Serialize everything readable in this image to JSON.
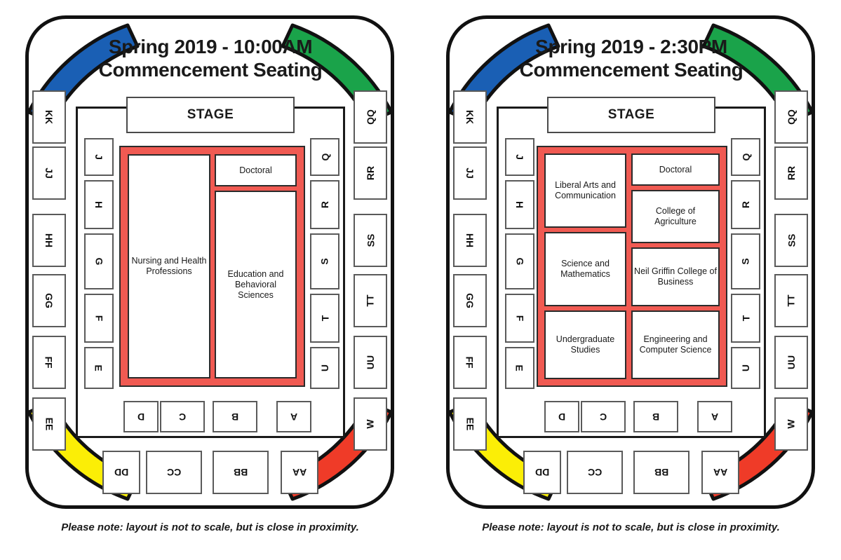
{
  "panels": [
    {
      "id": "morning",
      "title_line1": "Spring 2019 - 10:00AM",
      "title_line2": "Commencement Seating",
      "stage_label": "STAGE",
      "note": "Please note: layout is not to scale, but is close in proximity.",
      "outer_left_sections": [
        "KK",
        "JJ",
        "HH",
        "GG",
        "FF",
        "EE"
      ],
      "outer_right_sections": [
        "QQ",
        "RR",
        "SS",
        "TT",
        "UU",
        "W"
      ],
      "inner_left_sections": [
        "J",
        "H",
        "G",
        "F",
        "E"
      ],
      "inner_right_sections": [
        "Q",
        "R",
        "S",
        "T",
        "U"
      ],
      "inner_bottom_sections": [
        "D",
        "C",
        "B",
        "A"
      ],
      "outer_bottom_sections": [
        "DD",
        "CC",
        "BB",
        "AA"
      ],
      "floor_blocks": [
        "Nursing and Health Professions",
        "Doctoral",
        "Education and Behavioral Sciences"
      ]
    },
    {
      "id": "afternoon",
      "title_line1": "Spring 2019 - 2:30PM",
      "title_line2": "Commencement Seating",
      "stage_label": "STAGE",
      "note": "Please note: layout is not to scale, but is close in proximity.",
      "outer_left_sections": [
        "KK",
        "JJ",
        "HH",
        "GG",
        "FF",
        "EE"
      ],
      "outer_right_sections": [
        "QQ",
        "RR",
        "SS",
        "TT",
        "UU",
        "W"
      ],
      "inner_left_sections": [
        "J",
        "H",
        "G",
        "F",
        "E"
      ],
      "inner_right_sections": [
        "Q",
        "R",
        "S",
        "T",
        "U"
      ],
      "inner_bottom_sections": [
        "D",
        "C",
        "B",
        "A"
      ],
      "outer_bottom_sections": [
        "DD",
        "CC",
        "BB",
        "AA"
      ],
      "floor_blocks": [
        "Liberal Arts and Communication",
        "Doctoral",
        "College of Agriculture",
        "Science and Mathematics",
        "Neil Griffin College of Business",
        "Undergraduate Studies",
        "Engineering and Computer Science"
      ]
    }
  ],
  "colors": {
    "corner_top_left": "#1a5fb4",
    "corner_top_right": "#1aa34a",
    "corner_bottom_left": "#fbee06",
    "corner_bottom_right": "#ef3b28",
    "floor_red": "#f05a52",
    "outline_black": "#111111",
    "section_border": "#5a5a5a"
  }
}
